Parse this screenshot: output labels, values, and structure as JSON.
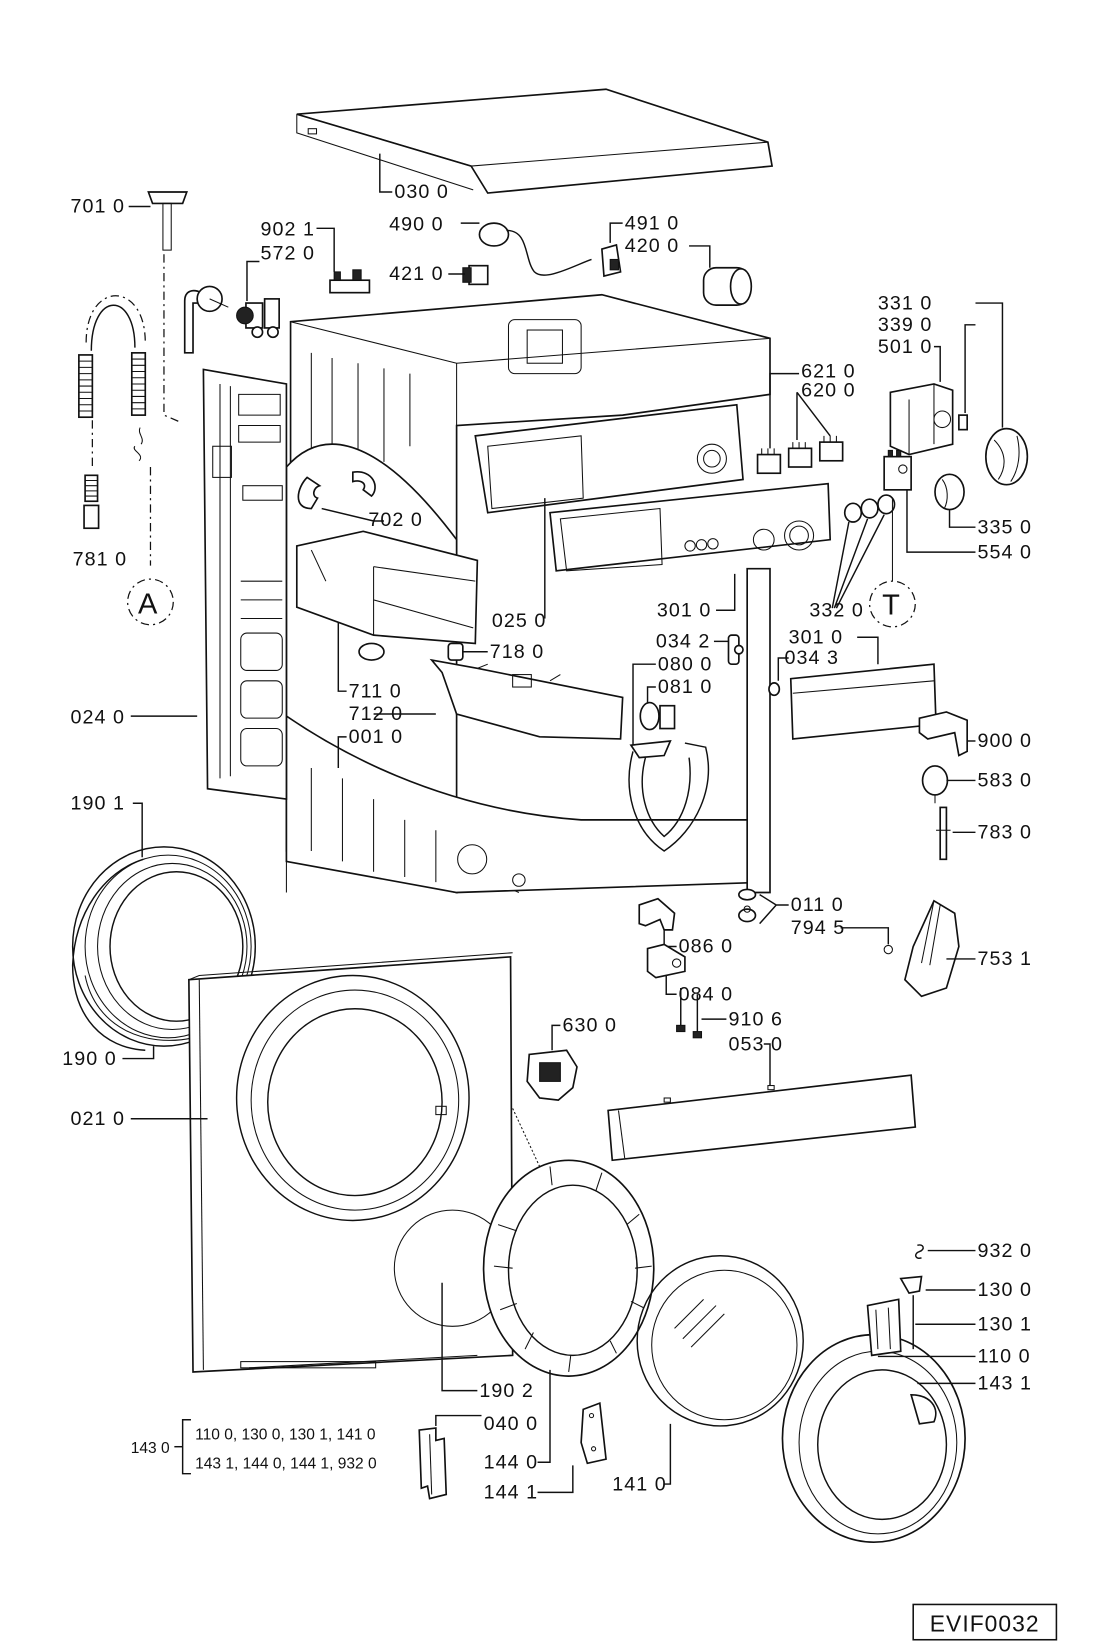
{
  "diagram": {
    "title": "Washing machine exploded parts view",
    "reference_code": "EVIF0032",
    "callouts": {
      "A": "A",
      "T": "T"
    },
    "labels": {
      "p0300": "030 0",
      "p7010": "701 0",
      "p9021": "902 1",
      "p5720": "572 0",
      "p4900": "490 0",
      "p4910": "491 0",
      "p4200": "420 0",
      "p4210": "421 0",
      "p3310": "331 0",
      "p3390": "339 0",
      "p5010": "501 0",
      "p6210": "621 0",
      "p6200": "620 0",
      "p3350": "335 0",
      "p5540": "554 0",
      "p7020": "702 0",
      "p7810": "781 0",
      "p0250": "025 0",
      "p3010a": "301 0",
      "p3320": "332 0",
      "p0342": "034 2",
      "p3010b": "301 0",
      "p0343": "034 3",
      "p0800": "080 0",
      "p0810": "081 0",
      "p7180": "718 0",
      "p7110": "711 0",
      "p7120": "712 0",
      "p0010": "001 0",
      "p0240": "024 0",
      "p9000": "900 0",
      "p5830": "583 0",
      "p7830": "783 0",
      "p1901": "190 1",
      "p0110": "011 0",
      "p7945": "794 5",
      "p7531": "753 1",
      "p0860": "086 0",
      "p0840": "084 0",
      "p6300": "630 0",
      "p9106": "910 6",
      "p0530": "053 0",
      "p1900": "190 0",
      "p0210": "021 0",
      "p9320": "932 0",
      "p1300": "130 0",
      "p1301": "130 1",
      "p1100": "110 0",
      "p1431": "143 1",
      "p1902": "190 2",
      "p0400": "040 0",
      "p1440": "144 0",
      "p1441": "144 1",
      "p1410": "141 0"
    },
    "kit": {
      "label": "143 0",
      "line1": "110 0, 130 0, 130 1, 141 0",
      "line2": "143 1, 144 0, 144 1, 932 0"
    }
  }
}
